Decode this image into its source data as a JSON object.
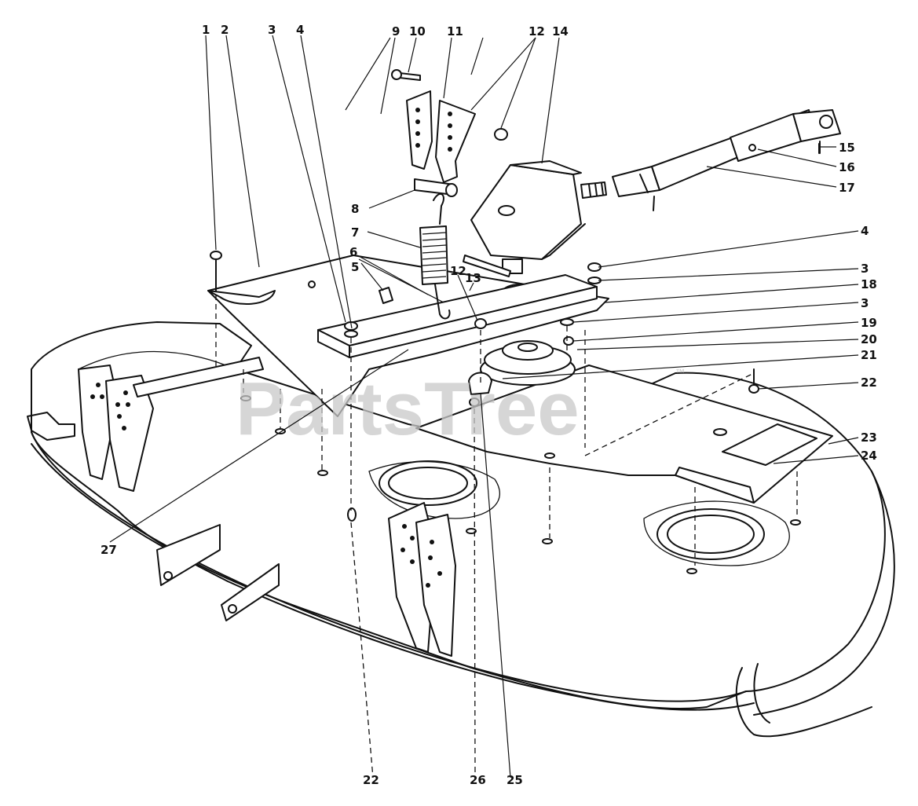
{
  "watermark": {
    "text": "PartsTree",
    "trademark": "™"
  },
  "callouts": [
    {
      "id": "c1",
      "label": "1"
    },
    {
      "id": "c2",
      "label": "2"
    },
    {
      "id": "c3a",
      "label": "3"
    },
    {
      "id": "c4a",
      "label": "4"
    },
    {
      "id": "c9",
      "label": "9"
    },
    {
      "id": "c10",
      "label": "10"
    },
    {
      "id": "c11",
      "label": "11"
    },
    {
      "id": "c12a",
      "label": "12"
    },
    {
      "id": "c14",
      "label": "14"
    },
    {
      "id": "c15",
      "label": "15"
    },
    {
      "id": "c16",
      "label": "16"
    },
    {
      "id": "c17",
      "label": "17"
    },
    {
      "id": "c8",
      "label": "8"
    },
    {
      "id": "c7",
      "label": "7"
    },
    {
      "id": "c4b",
      "label": "4"
    },
    {
      "id": "c6",
      "label": "6"
    },
    {
      "id": "c5",
      "label": "5"
    },
    {
      "id": "c12b",
      "label": "12"
    },
    {
      "id": "c13",
      "label": "13"
    },
    {
      "id": "c3b",
      "label": "3"
    },
    {
      "id": "c18",
      "label": "18"
    },
    {
      "id": "c3c",
      "label": "3"
    },
    {
      "id": "c19",
      "label": "19"
    },
    {
      "id": "c20",
      "label": "20"
    },
    {
      "id": "c21",
      "label": "21"
    },
    {
      "id": "c22a",
      "label": "22"
    },
    {
      "id": "c23",
      "label": "23"
    },
    {
      "id": "c24",
      "label": "24"
    },
    {
      "id": "c27",
      "label": "27"
    },
    {
      "id": "c22b",
      "label": "22"
    },
    {
      "id": "c26",
      "label": "26"
    },
    {
      "id": "c25",
      "label": "25"
    }
  ]
}
